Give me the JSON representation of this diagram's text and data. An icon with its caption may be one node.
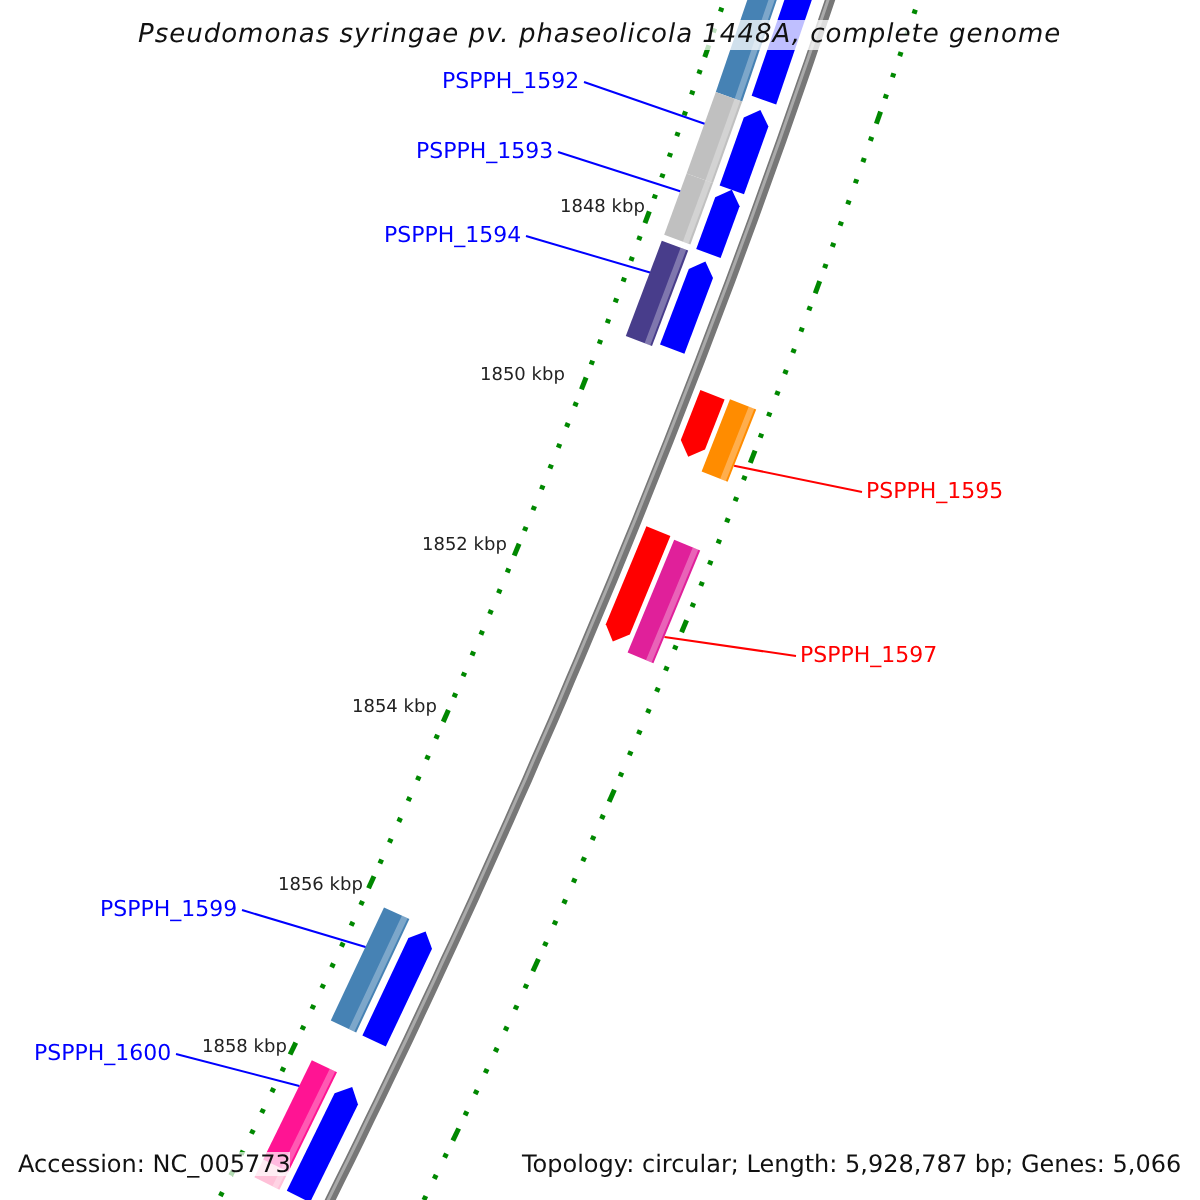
{
  "diagram": {
    "title": "Pseudomonas syringae pv. phaseolicola 1448A, complete genome",
    "nodes": [
      {
        "text": [
          "PSPPH_1592"
        ]
      },
      {
        "text": [],
        "shape": "bar"
      },
      {
        "text": [
          "PSPPH_1593"
        ]
      },
      {
        "text": [],
        "shape": "bar"
      },
      {
        "text": [
          "PSPPH_1594"
        ]
      },
      {
        "text": [],
        "shape": "bar"
      },
      {
        "text": [
          "PSPPH_1595"
        ]
      },
      {
        "text": [],
        "shape": "bar"
      },
      {
        "text": [
          "PSPPH_1597"
        ]
      },
      {
        "text": [],
        "shape": "bar"
      },
      {
        "text": [
          "PSPPH_1599"
        ]
      },
      {
        "text": [],
        "shape": "bar"
      },
      {
        "text": [
          "PSPPH_1600"
        ]
      },
      {
        "text": [],
        "shape": "bar"
      }
    ],
    "edges": [
      {
        "from": 0,
        "to": 1,
        "arrow": "none"
      },
      {
        "from": 2,
        "to": 3,
        "arrow": "none"
      },
      {
        "from": 4,
        "to": 5,
        "arrow": "none"
      },
      {
        "from": 6,
        "to": 7,
        "arrow": "none",
        "color": "#ff0000"
      },
      {
        "from": 8,
        "to": 9,
        "arrow": "none",
        "color": "#ff0000"
      },
      {
        "from": 10,
        "to": 11,
        "arrow": "none"
      },
      {
        "from": 12,
        "to": 13,
        "arrow": "none"
      }
    ],
    "labels": [
      "1848 kbp",
      "1850 kbp",
      "1852 kbp",
      "1854 kbp",
      "1856 kbp",
      "1858 kbp",
      "Accession: NC_005773",
      "Topology: circular; Length: 5,928,787 bp; Genes: 5,066"
    ]
  }
}
